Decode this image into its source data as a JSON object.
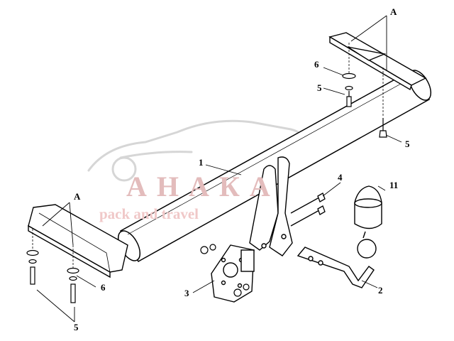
{
  "callouts": {
    "label_1": "1",
    "label_2": "2",
    "label_3": "3",
    "label_4": "4",
    "label_5_top": "5",
    "label_5_right": "5",
    "label_5_bottom": "5",
    "label_6_top": "6",
    "label_6_bottom": "6",
    "label_11": "11",
    "label_A_top": "A",
    "label_A_left": "A"
  },
  "watermark": {
    "brand": "АНАКА",
    "tagline": "pack and travel",
    "brand_color": "#e3bcbc",
    "tagline_color": "#f0c8c8",
    "car_color": "#d6d6d6"
  }
}
